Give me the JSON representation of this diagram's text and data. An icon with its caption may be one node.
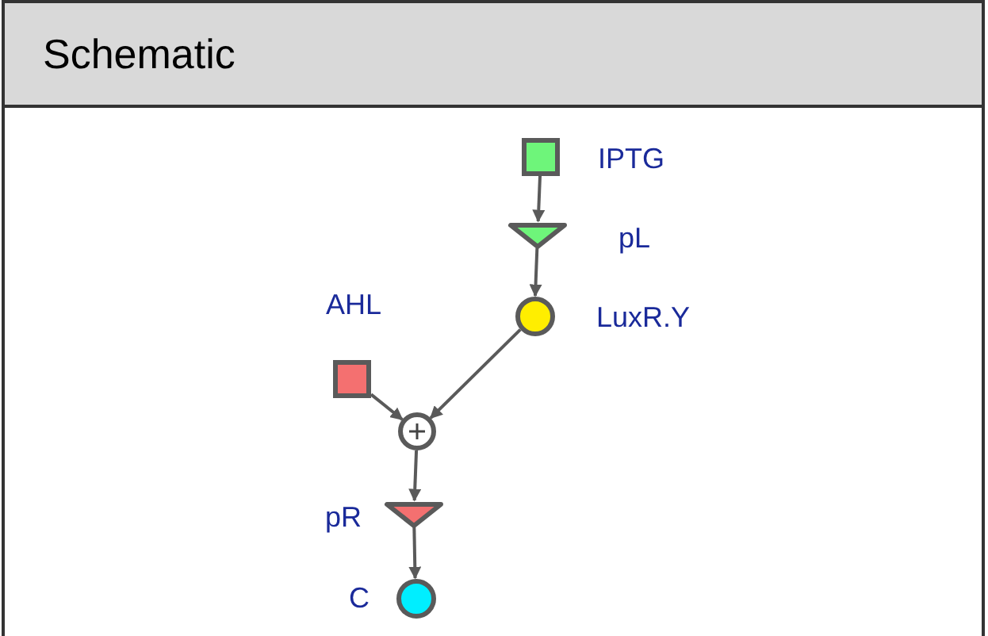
{
  "diagram": {
    "nodes": [
      {
        "text": [
          "Schematic"
        ]
      },
      {
        "text": [],
        "shape": "box",
        "beside": [
          "IPTG"
        ],
        "in": 0
      },
      {
        "text": [],
        "shape": "triangle",
        "beside": [
          "pL"
        ],
        "in": 0
      },
      {
        "text": [],
        "shape": "circle",
        "beside": [
          "LuxR.Y"
        ],
        "in": 0
      },
      {
        "text": [],
        "shape": "box",
        "beside": [
          "AHL"
        ],
        "in": 0
      },
      {
        "text": [],
        "shape": "circle",
        "in": 0
      },
      {
        "text": [],
        "shape": "triangle",
        "beside": [
          "pR"
        ],
        "in": 0
      },
      {
        "text": [],
        "shape": "circle",
        "in": 0,
        "beside": [
          "C"
        ]
      }
    ],
    "edges": [
      {
        "from": 1,
        "to": 2,
        "arrow": "to"
      },
      {
        "from": 2,
        "to": 3,
        "arrow": "to"
      },
      {
        "from": 3,
        "to": 5,
        "arrow": "to"
      },
      {
        "from": 4,
        "to": 5,
        "arrow": "to"
      },
      {
        "from": 5,
        "to": 6,
        "arrow": "to"
      },
      {
        "from": 6,
        "to": 7,
        "arrow": "to"
      }
    ]
  }
}
